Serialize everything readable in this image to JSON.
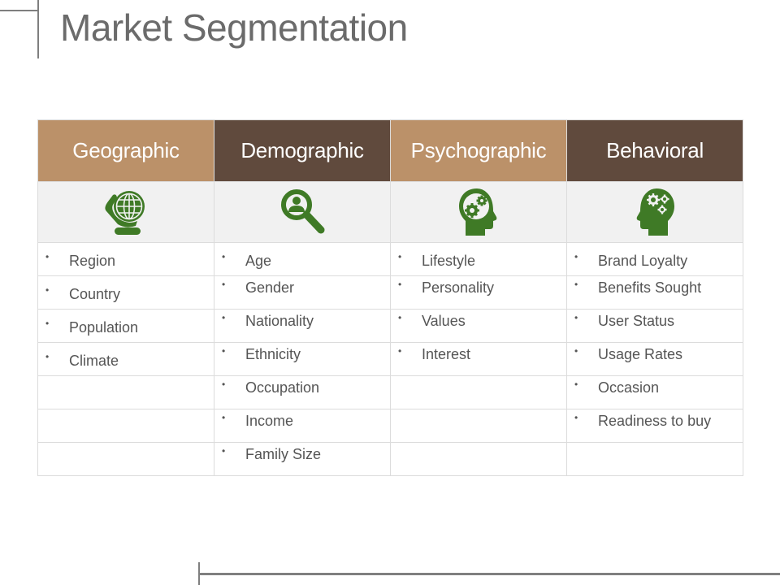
{
  "title": "Market Segmentation",
  "colors": {
    "header_light": "#bb9169",
    "header_dark": "#604a3d",
    "icon_green": "#3f7a26",
    "icon_row_bg": "#f1f1f1",
    "text": "#555555",
    "title": "#6b6b6b"
  },
  "columns": [
    {
      "header": "Geographic",
      "icon": "hand-holding-globe-icon",
      "items": [
        "Region",
        "Country",
        "Population",
        "Climate"
      ]
    },
    {
      "header": "Demographic",
      "icon": "magnifier-person-icon",
      "items": [
        "Age",
        "Gender",
        "Nationality",
        "Ethnicity",
        "Occupation",
        "Income",
        "Family Size"
      ]
    },
    {
      "header": "Psychographic",
      "icon": "head-gears-outline-icon",
      "items": [
        "Lifestyle",
        "Personality",
        "Values",
        "Interest"
      ]
    },
    {
      "header": "Behavioral",
      "icon": "head-gears-solid-icon",
      "items": [
        "Brand Loyalty",
        "Benefits Sought",
        "User Status",
        "Usage Rates",
        "Occasion",
        "Readiness to buy"
      ]
    }
  ],
  "bullet": "•"
}
